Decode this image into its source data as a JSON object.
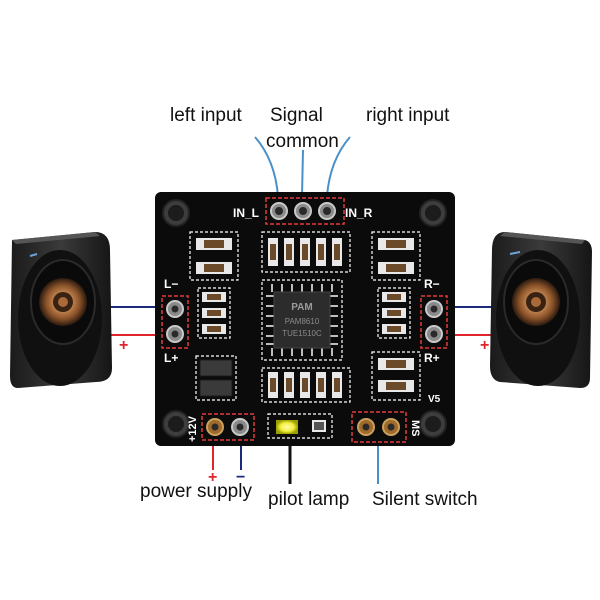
{
  "labels": {
    "left_input": "left input",
    "signal_common": "Signal\ncommon",
    "signal_line1": "Signal",
    "signal_line2": "common",
    "right_input": "right input",
    "power_supply": "power supply",
    "pilot_lamp": "pilot lamp",
    "silent_switch": "Silent switch"
  },
  "board_silkscreen": {
    "in_l": "IN_L",
    "in_r": "IN_R",
    "l_minus": "L−",
    "l_plus": "L+",
    "r_minus": "R−",
    "r_plus": "R+",
    "voltage": "+12V",
    "ms": "MS",
    "version": "V5",
    "chip_line1": "PAM8610",
    "chip_line2": "TUE1510C"
  },
  "polarity": {
    "plus": "+",
    "minus": "−"
  },
  "colors": {
    "board": "#0b0b0b",
    "input_wire": "#4a90c8",
    "positive_wire": "#e0242b",
    "negative_wire": "#1b2a7a",
    "marker_box": "#e23a3a",
    "lamp": "#f4f040"
  },
  "icons": [
    "left-speaker-icon",
    "right-speaker-icon",
    "amplifier-board",
    "amplifier-chip-icon"
  ]
}
